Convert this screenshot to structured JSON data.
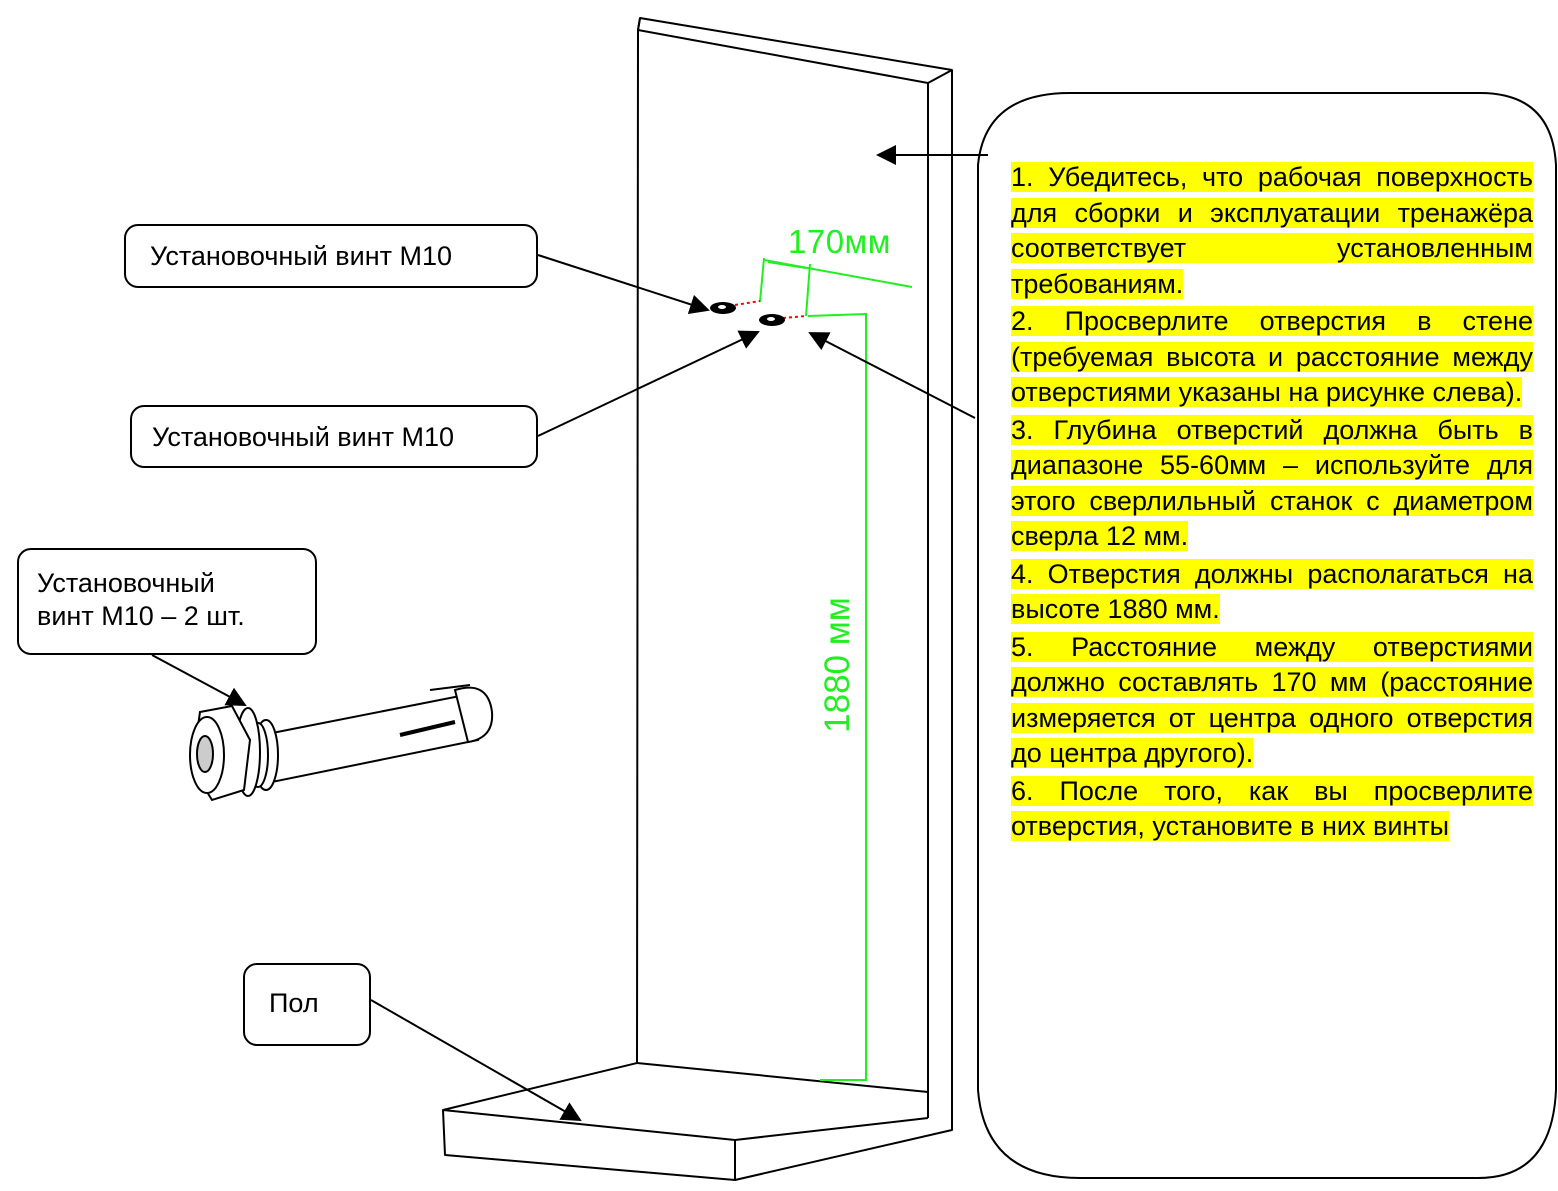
{
  "callouts": {
    "screw_top": "Установочный винт М10",
    "screw_bottom": "Установочный винт М10",
    "kit_line1": "Установочный",
    "kit_line2": "винт М10 – 2 шт.",
    "floor": "Пол"
  },
  "dimensions": {
    "spacing": "170мм",
    "height": "1880 мм"
  },
  "instructions": [
    "1. Убедитесь, что рабочая поверхность для сборки и эксплуатации тренажёра соответствует установленным требованиям.",
    "2. Просверлите отверстия в стене (требуемая высота и расстояние между отверстиями указаны на рисунке слева).",
    "3. Глубина отверстий должна быть в диапазоне 55-60мм – используйте для этого сверлильный станок с диаметром сверла 12 мм.",
    "4. Отверстия должны располагаться на высоте 1880 мм.",
    "5. Расстояние между отверстиями должно составлять 170 мм (расстояние измеряется от центра одного отверстия до центра другого).",
    "6. После того, как вы просверлите отверстия, установите в них винты"
  ],
  "colors": {
    "highlight": "#ffff00",
    "dimension": "#21ef21",
    "hole_marker": "#ff0000"
  }
}
